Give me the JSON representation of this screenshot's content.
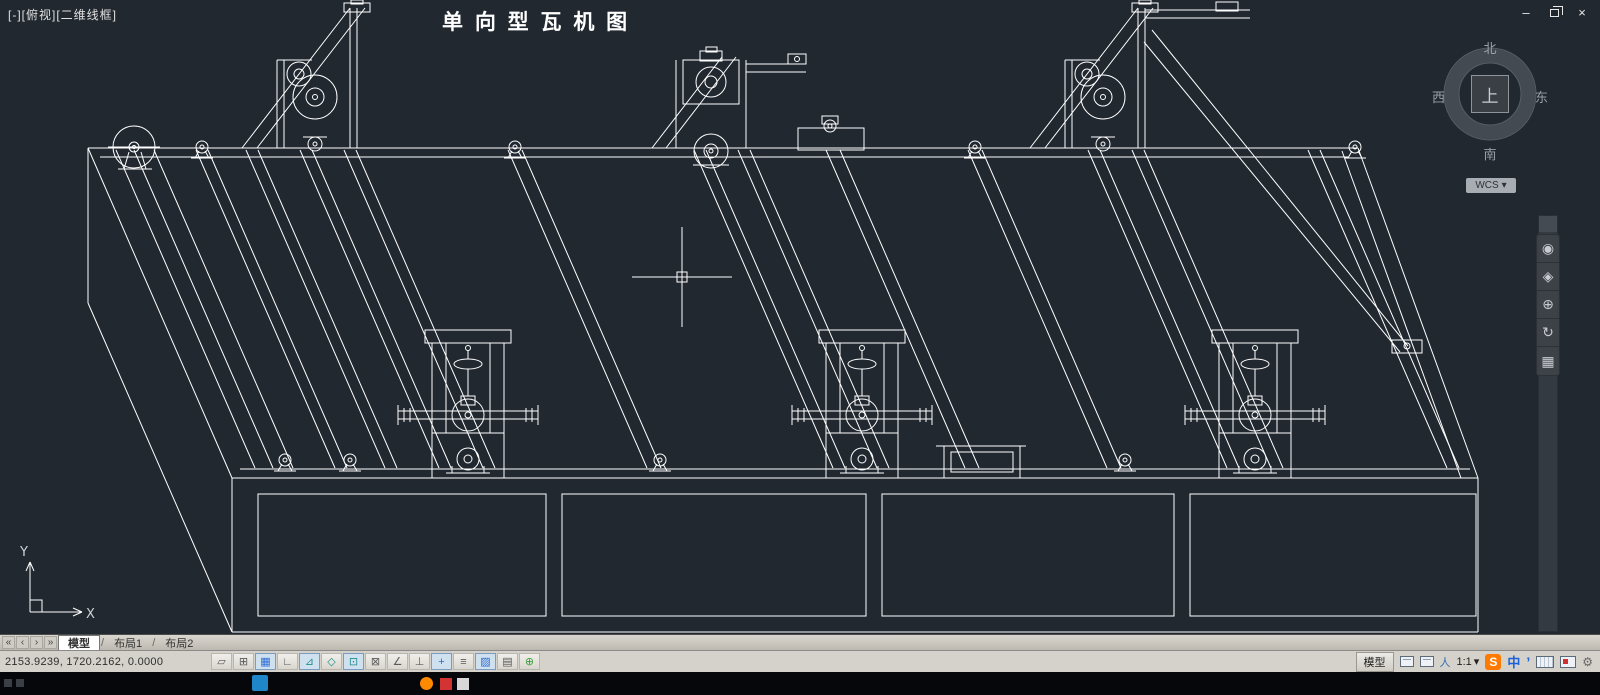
{
  "viewport": {
    "controls_label": "[-][俯视][二维线框]",
    "drawing_title": "单 向 型 瓦 机 图"
  },
  "window": {
    "minimize_glyph": "–",
    "close_glyph": "×"
  },
  "viewcube": {
    "north": "北",
    "south": "南",
    "west": "西",
    "east": "东",
    "top": "上",
    "wcs_label": "WCS",
    "caret": "▾"
  },
  "nav": {
    "icons": [
      "◉",
      "◈",
      "⊕",
      "↻",
      "▦"
    ]
  },
  "ucs": {
    "x_label": "X",
    "y_label": "Y"
  },
  "tabs": {
    "nav": [
      "«",
      "‹",
      "›",
      "»"
    ],
    "model": "模型",
    "layout1": "布局1",
    "layout2": "布局2",
    "sep": "/"
  },
  "status": {
    "coordinates": "2153.9239, 1720.2162, 0.0000",
    "toggles": [
      "▱",
      "⊞",
      "▦",
      "∟",
      "⊿",
      "◇",
      "⊡",
      "⊠",
      "∠",
      "⊥",
      "+",
      "≡",
      "▨",
      "▤",
      "⊕"
    ],
    "model_space_label": "模型",
    "annotation_icon": "人",
    "scale_label": "1:1",
    "caret": "▾",
    "ime": {
      "brand": "S",
      "lang": "中",
      "punct": "’"
    }
  },
  "colors": {
    "canvas_bg": "#212830",
    "line": "#ffffff",
    "statusbar_bg": "#d5d2cb",
    "accent_teal": "#1e8e8e",
    "accent_blue": "#2b6bd6",
    "ime_orange": "#ff7a00"
  }
}
